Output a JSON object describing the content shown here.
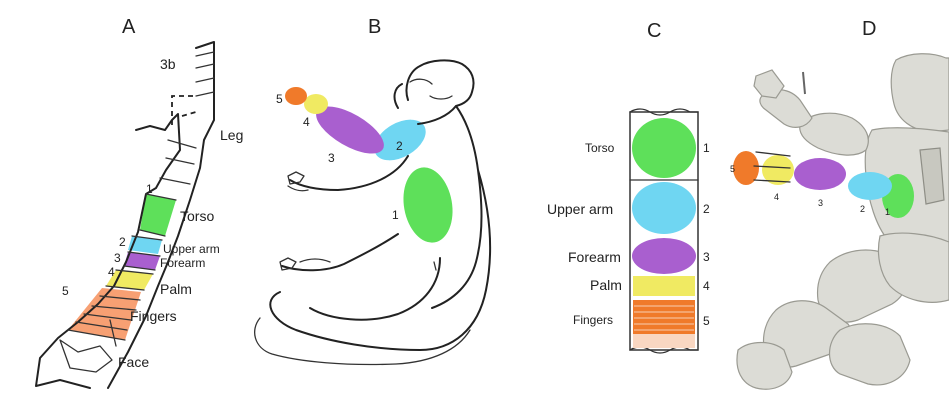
{
  "panels": [
    {
      "letter": "A"
    },
    {
      "letter": "B"
    },
    {
      "letter": "C"
    },
    {
      "letter": "D"
    }
  ],
  "colors": {
    "torso": "#5ee05a",
    "upper_arm": "#6fd6f2",
    "forearm": "#a95fcf",
    "palm": "#f0ea62",
    "fingers": "#f07a2a"
  },
  "panel_a": {
    "labels": {
      "area_3b": "3b",
      "leg": "Leg",
      "torso": "Torso",
      "upper_arm": "Upper arm",
      "forearm": "Forearm",
      "palm": "Palm",
      "fingers": "Fingers",
      "face": "Face"
    },
    "numbers": {
      "n1": "1",
      "n2": "2",
      "n3": "3",
      "n4": "4",
      "n5": "5"
    }
  },
  "panel_b": {
    "numbers": {
      "n1": "1",
      "n2": "2",
      "n3": "3",
      "n4": "4",
      "n5": "5"
    }
  },
  "panel_c": {
    "rows": [
      {
        "name": "Torso",
        "number": "1",
        "color": "#5ee05a"
      },
      {
        "name": "Upper arm",
        "number": "2",
        "color": "#6fd6f2"
      },
      {
        "name": "Forearm",
        "number": "3",
        "color": "#a95fcf"
      },
      {
        "name": "Palm",
        "number": "4",
        "color": "#f0ea62"
      },
      {
        "name": "Fingers",
        "number": "5",
        "color": "#f07a2a"
      }
    ]
  },
  "panel_d": {
    "numbers": {
      "n1": "1",
      "n2": "2",
      "n3": "3",
      "n4": "4",
      "n5": "5"
    }
  }
}
